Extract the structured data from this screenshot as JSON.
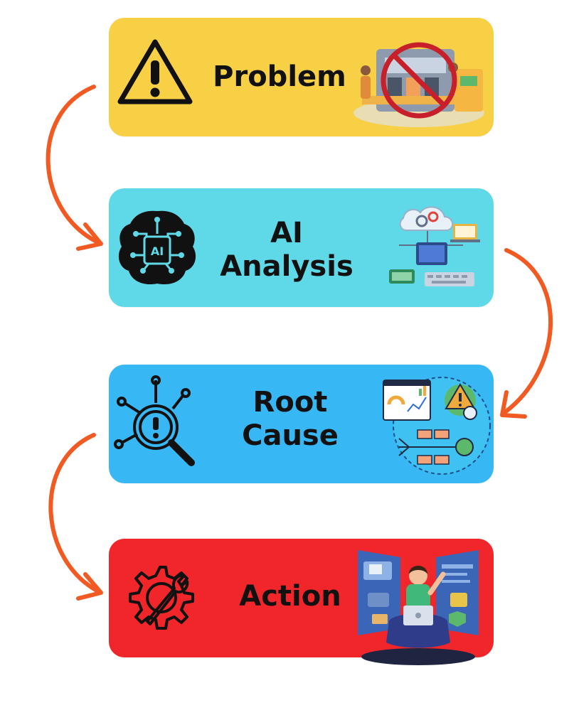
{
  "colors": {
    "problem": "#F7D046",
    "analysis": "#5FD9E8",
    "root_cause": "#37B8F4",
    "action": "#F0262A",
    "arrow": "#F15A22"
  },
  "steps": [
    {
      "lines": [
        "Problem"
      ],
      "icon": "warning-icon",
      "art": "factory-blocked-illustration"
    },
    {
      "lines": [
        "AI",
        "Analysis"
      ],
      "icon": "ai-brain-icon",
      "art": "cloud-computing-illustration"
    },
    {
      "lines": [
        "Root",
        "Cause"
      ],
      "icon": "magnifier-alert-icon",
      "art": "analysis-dashboard-illustration"
    },
    {
      "lines": [
        "Action"
      ],
      "icon": "gear-wrench-icon",
      "art": "developer-illustration"
    }
  ]
}
